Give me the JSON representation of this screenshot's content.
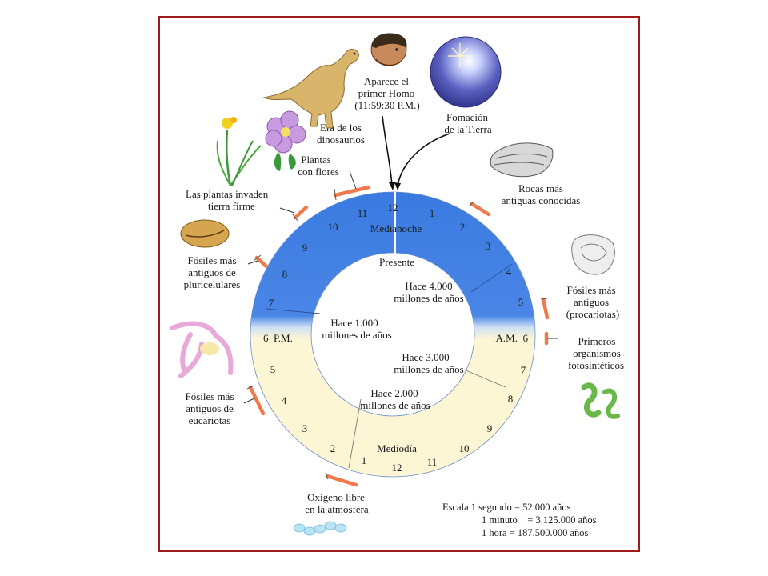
{
  "colors": {
    "frame": "#a11a1a",
    "night": "#3f7fe0",
    "day": "#fdf6d4",
    "tick": "#f07a4e",
    "text": "#1a1a1a"
  },
  "clock": {
    "top_numbers": [
      "12",
      "1",
      "2",
      "3",
      "4",
      "5",
      "6",
      "7",
      "8",
      "9",
      "10",
      "11"
    ],
    "bottom_numbers": [
      "12",
      "1",
      "2",
      "3",
      "4",
      "5",
      "6",
      "7",
      "8",
      "9",
      "10",
      "11"
    ],
    "left_six_label": "6  P.M.",
    "right_six_label": "A.M.  6",
    "midnight_label": "Medianoche",
    "noon_label": "Mediodía",
    "present_label": "Presente"
  },
  "inner_labels": {
    "h4000": [
      "Hace 4.000",
      "millones de años"
    ],
    "h1000": [
      "Hace 1.000",
      "millones de años"
    ],
    "h3000": [
      "Hace 3.000",
      "millones de años"
    ],
    "h2000": [
      "Hace 2.000",
      "millones de años"
    ]
  },
  "events": {
    "homo": [
      "Aparece el",
      "primer Homo",
      "(11:59:30 P.M.)"
    ],
    "earth": [
      "Fomación",
      "de la Tierra"
    ],
    "dinosaurs": [
      "Era de los",
      "dinosaurios"
    ],
    "flowers": [
      "Plantas",
      "con flores"
    ],
    "land_plants": [
      "Las plantas invaden",
      "tierra firme"
    ],
    "rocks": [
      "Rocas más",
      "antiguas conocidas"
    ],
    "multicellular": [
      "Fósiles más",
      "antiguos de",
      "pluricelulares"
    ],
    "prokaryotes": [
      "Fósiles más",
      "antiguos",
      "(procariotas)"
    ],
    "photosynthetic": [
      "Primeros",
      "organismos",
      "fotosintéticos"
    ],
    "eukaryotes": [
      "Fósiles más",
      "antiguos de",
      "eucariotas"
    ],
    "oxygen": [
      "Oxígeno libre",
      "en la atmósfera"
    ]
  },
  "scale": {
    "line1": "Escala 1 segundo = 52.000 años",
    "line2": "1 minuto    = 3.125.000 años",
    "line3": "1 hora = 187.500.000 años"
  },
  "icons": {
    "dinosaur": "dinosaur-icon",
    "homo": "human-head-icon",
    "earth": "earth-globe-icon",
    "daffodil": "daffodil-icon",
    "flower": "flower-icon",
    "rocks": "rocks-icon",
    "fossil_shell": "fossil-shell-icon",
    "fossil_prokaryote": "fossil-prokaryote-icon",
    "eukaryote": "eukaryote-cell-icon",
    "algae": "algae-icon",
    "bacteria_chain": "bacteria-chain-icon"
  }
}
